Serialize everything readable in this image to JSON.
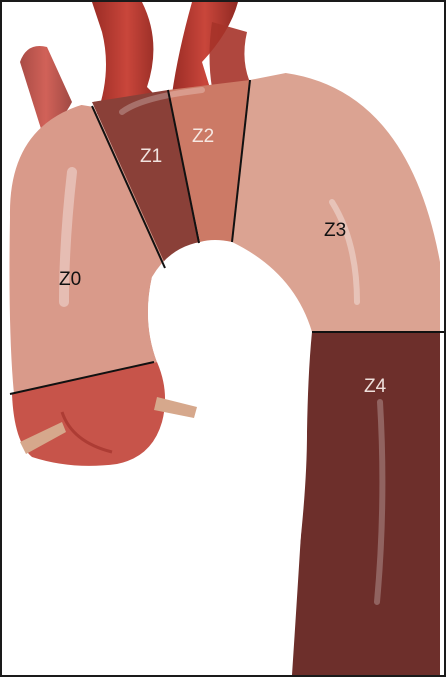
{
  "zones": [
    {
      "id": "Z0",
      "label": "Z0",
      "fill": "#d99a8a",
      "label_color": "#111111"
    },
    {
      "id": "Z1",
      "label": "Z1",
      "fill": "#8a4038",
      "label_color": "#f1e3df"
    },
    {
      "id": "Z2",
      "label": "Z2",
      "fill": "#cc7a66",
      "label_color": "#f6e8e2"
    },
    {
      "id": "Z3",
      "label": "Z3",
      "fill": "#dba392",
      "label_color": "#111111"
    },
    {
      "id": "Z4",
      "label": "Z4",
      "fill": "#6d2f2b",
      "label_color": "#efe0dc"
    }
  ],
  "colors": {
    "frame": "#1a1a1a",
    "vessel_red": "#b8382e",
    "vessel_dark": "#8c2a22",
    "aortic_root": "#c7544a",
    "boundary_line": "#111111",
    "highlight": "#ffffff"
  }
}
